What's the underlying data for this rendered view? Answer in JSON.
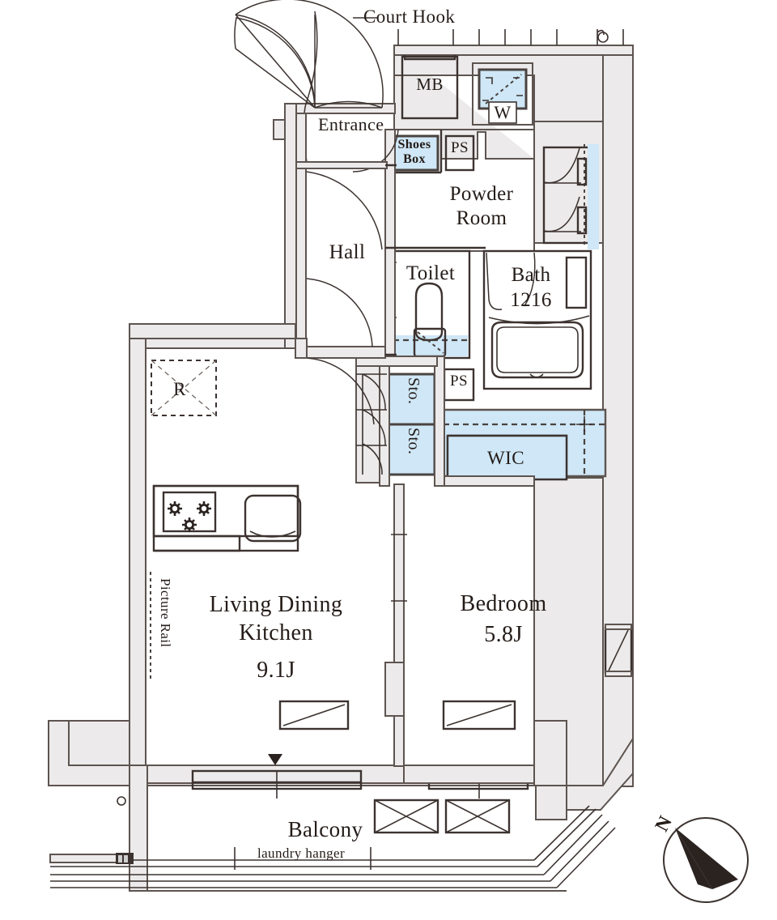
{
  "plan": {
    "title": "Apartment Floor Plan",
    "colors": {
      "wall_fill": "#eceaea",
      "wall_stroke": "#5d5450",
      "line": "#3c3330",
      "water_fill": "#cfe7f6",
      "water_stroke": "#4a4340",
      "text": "#241c18"
    }
  },
  "annotations": {
    "court_hook": "Court Hook",
    "picture_rail": "Picture Rail",
    "laundry_hanger": "laundry hanger",
    "compass_north": "N"
  },
  "rooms": [
    {
      "key": "entrance",
      "name": "Entrance"
    },
    {
      "key": "hall",
      "name": "Hall"
    },
    {
      "key": "mb",
      "name": "MB"
    },
    {
      "key": "washer",
      "name": "W"
    },
    {
      "key": "shoes_box",
      "name": "Shoes\nBox"
    },
    {
      "key": "ps_upper",
      "name": "PS"
    },
    {
      "key": "powder_room",
      "name": "Powder\nRoom"
    },
    {
      "key": "toilet",
      "name": "Toilet"
    },
    {
      "key": "bath",
      "name": "Bath\n1216"
    },
    {
      "key": "ps_lower",
      "name": "PS"
    },
    {
      "key": "sto_upper",
      "name": "Sto."
    },
    {
      "key": "sto_lower",
      "name": "Sto."
    },
    {
      "key": "wic",
      "name": "WIC"
    },
    {
      "key": "refrigerator",
      "name": "R"
    },
    {
      "key": "ldk",
      "name": "Living Dining\nKitchen"
    },
    {
      "key": "bedroom",
      "name": "Bedroom"
    },
    {
      "key": "balcony",
      "name": "Balcony"
    }
  ],
  "labels": {
    "court_hook": "Court Hook",
    "entrance": "Entrance",
    "mb": "MB",
    "washer": "W",
    "shoes_box_line1": "Shoes",
    "shoes_box_line2": "Box",
    "ps_upper": "PS",
    "powder_room_line1": "Powder",
    "powder_room_line2": "Room",
    "hall": "Hall",
    "toilet": "Toilet",
    "bath_line1": "Bath",
    "bath_line2": "1216",
    "ps_lower": "PS",
    "sto_upper": "Sto.",
    "sto_lower": "Sto.",
    "wic": "WIC",
    "refrigerator": "R",
    "picture_rail": "Picture Rail",
    "ldk_line1": "Living Dining",
    "ldk_line2": "Kitchen",
    "ldk_area": "9.1J",
    "bedroom": "Bedroom",
    "bedroom_area": "5.8J",
    "balcony": "Balcony",
    "laundry_hanger": "laundry hanger",
    "compass_n": "N"
  },
  "areas": {
    "ldk": {
      "label": "Living Dining Kitchen",
      "value": "9.1J"
    },
    "bedroom": {
      "label": "Bedroom",
      "value": "5.8J"
    },
    "bath": {
      "label": "Bath",
      "size": "1216"
    }
  }
}
